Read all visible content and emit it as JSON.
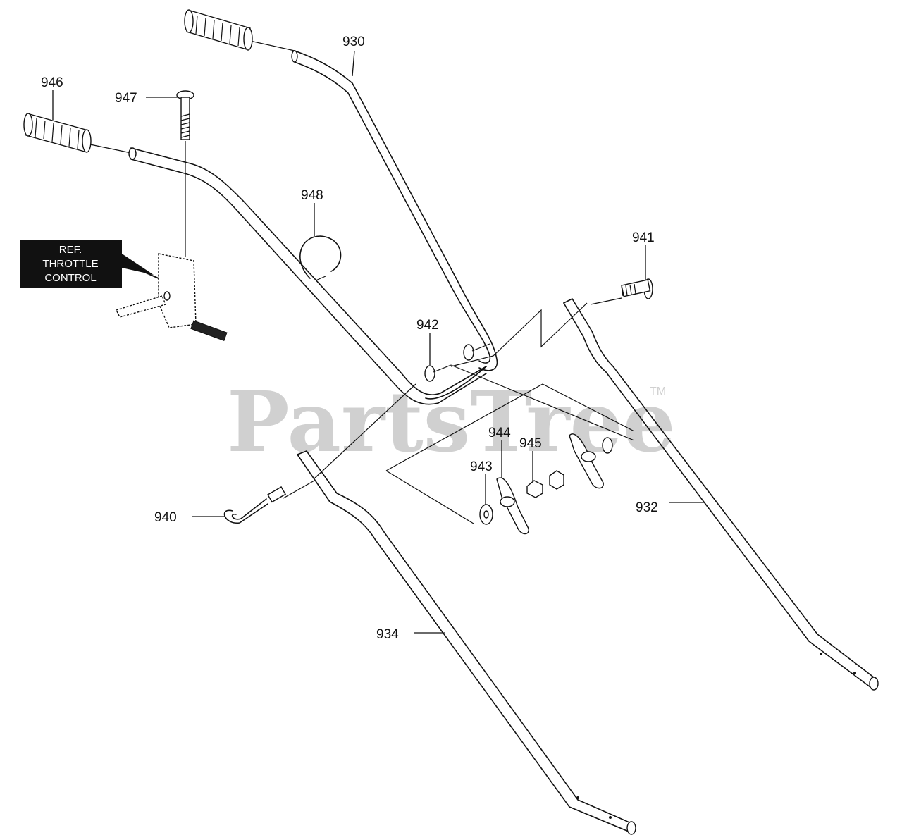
{
  "diagram": {
    "labels": {
      "p930": "930",
      "p946": "946",
      "p947": "947",
      "p948": "948",
      "p941": "941",
      "p942": "942",
      "p944": "944",
      "p945": "945",
      "p943": "943",
      "p940": "940",
      "p932": "932",
      "p934": "934"
    },
    "reference_box": {
      "line1": "REF.",
      "line2": "THROTTLE",
      "line3": "CONTROL"
    },
    "watermark": {
      "text": "PartsTree",
      "tm": "TM"
    }
  }
}
